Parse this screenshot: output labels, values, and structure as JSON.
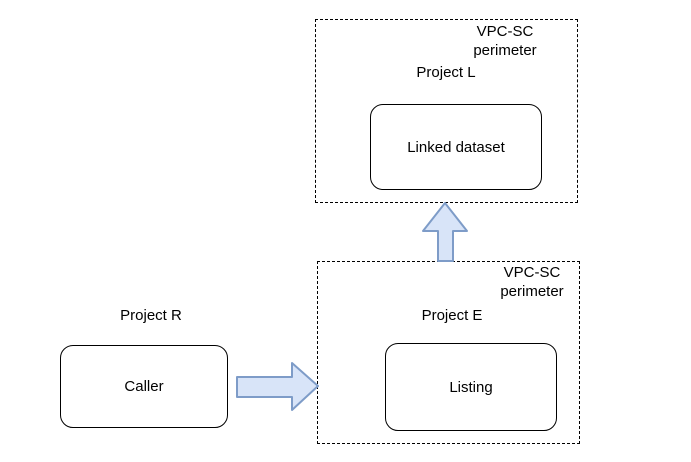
{
  "colors": {
    "arrow_fill": "#d8e4f8",
    "arrow_stroke": "#7e9cc8",
    "node_border": "#000000",
    "perimeter_border": "#000000",
    "text": "#000000",
    "background": "#ffffff"
  },
  "perimeters": {
    "top": {
      "label_line1": "VPC-SC",
      "label_line2": "perimeter",
      "project": "Project L",
      "node": "Linked dataset"
    },
    "bottom": {
      "label_line1": "VPC-SC",
      "label_line2": "perimeter",
      "project": "Project E",
      "node": "Listing"
    }
  },
  "external": {
    "project": "Project R",
    "node": "Caller"
  },
  "icons": {
    "caller_to_listing": "block-arrow-right-icon",
    "listing_to_linked_dataset": "block-arrow-up-icon"
  }
}
